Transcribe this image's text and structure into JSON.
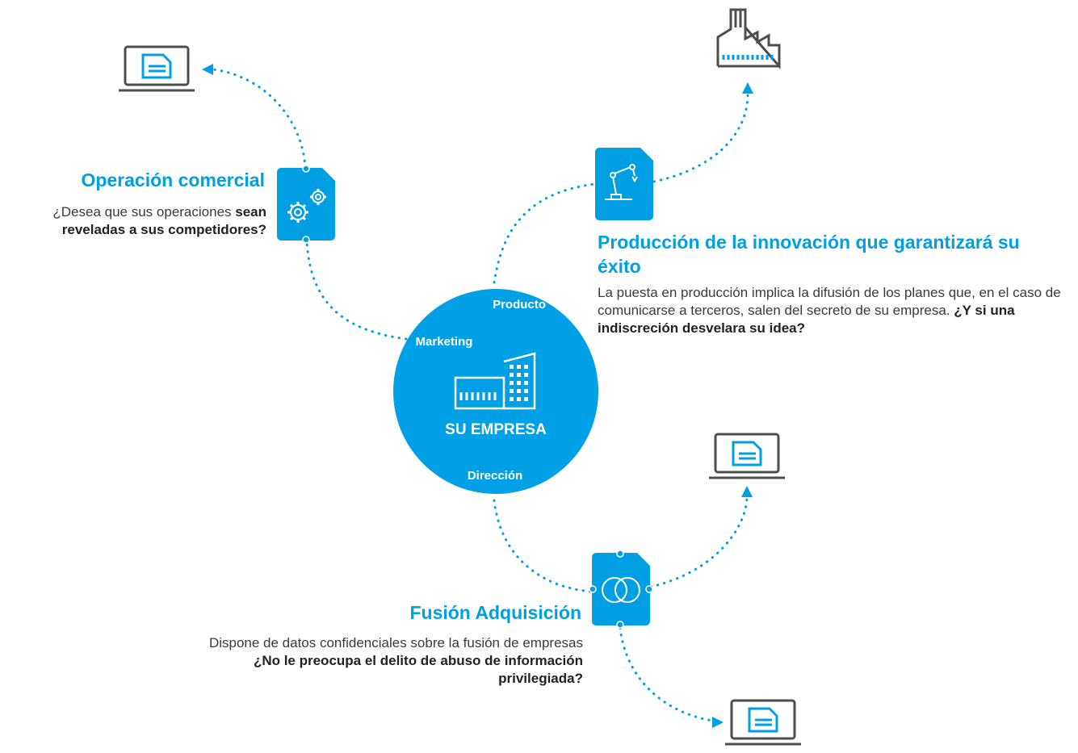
{
  "colors": {
    "accent": "#009fe3",
    "circle": "#00a0e6",
    "icon_gray": "#4d4d4d",
    "text": "#3a3a3a"
  },
  "center": {
    "company_label": "SU EMPRESA",
    "product_label": "Producto",
    "marketing_label": "Marketing",
    "direction_label": "Dirección",
    "icon": "buildings-icon"
  },
  "operacion": {
    "title": "Operación comercial",
    "text_plain": "¿Desea que sus operaciones ",
    "text_bold": "sean reveladas a sus competidores?",
    "icon": "gears-document-icon",
    "target_icon": "laptop-document-icon"
  },
  "produccion": {
    "title": "Producción de la innovación que garantizará su éxito",
    "text_plain": "La puesta en producción implica la difusión de los planes que, en el caso de comunicarse a terceros, salen del secreto de su empresa. ",
    "text_bold": "¿Y si una indiscreción desvelara su idea?",
    "icon": "robot-arm-document-icon",
    "target_icon": "factory-icon"
  },
  "fusion": {
    "title": "Fusión Adquisición",
    "text_plain": "Dispone de datos confidenciales sobre la fusión de empresas",
    "text_bold": "¿No le preocupa el delito de abuso de información privilegiada?",
    "icon": "merge-circles-document-icon",
    "target_icons": [
      "laptop-document-icon",
      "laptop-document-icon"
    ]
  }
}
